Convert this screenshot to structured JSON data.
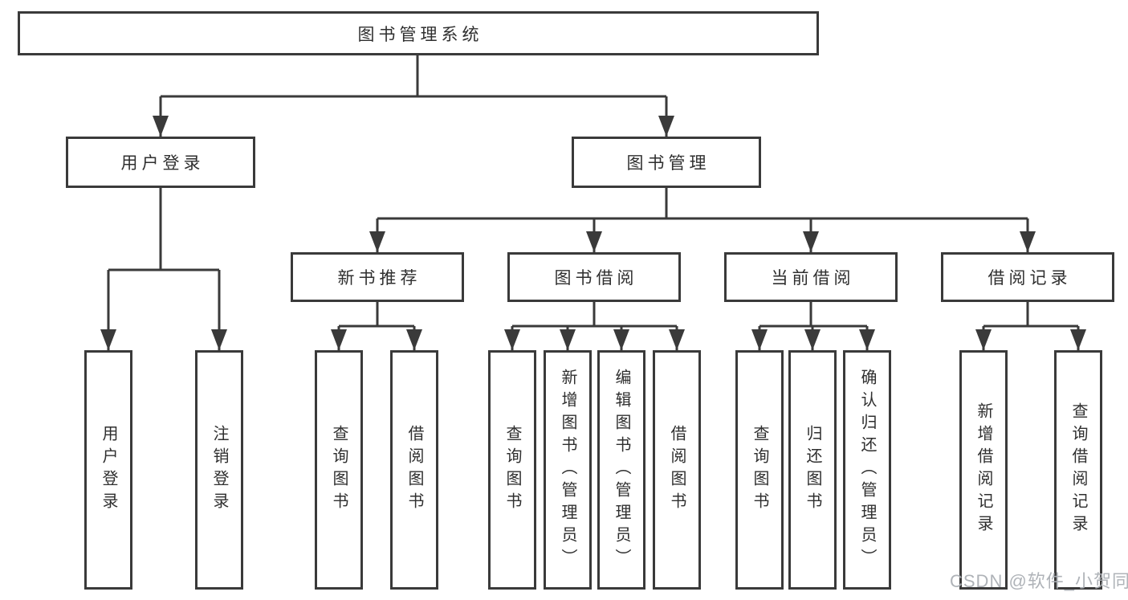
{
  "diagram": {
    "root": "图书管理系统",
    "level2": {
      "user_login": "用户登录",
      "book_mgmt": "图书管理"
    },
    "level3": {
      "new_books": "新书推荐",
      "book_borrow": "图书借阅",
      "current_borrow": "当前借阅",
      "borrow_records": "借阅记录"
    },
    "leaves": {
      "user_login_login": "用户登录",
      "user_login_logout": "注销登录",
      "new_books_query": "查询图书",
      "new_books_borrow": "借阅图书",
      "borrow_query": "查询图书",
      "borrow_add": "新增图书（管理员）",
      "borrow_edit": "编辑图书（管理员）",
      "borrow_borrow": "借阅图书",
      "current_query": "查询图书",
      "current_return": "归还图书",
      "current_confirm": "确认归还（管理员）",
      "records_add": "新增借阅记录",
      "records_query": "查询借阅记录"
    }
  },
  "watermark": "CSDN @软件_小贺同学",
  "colors": {
    "background": "#ffffff",
    "line": "#3a3a3a",
    "box_border": "#3a3a3a",
    "text": "#2f2f2f",
    "watermark": "#abafb4"
  }
}
